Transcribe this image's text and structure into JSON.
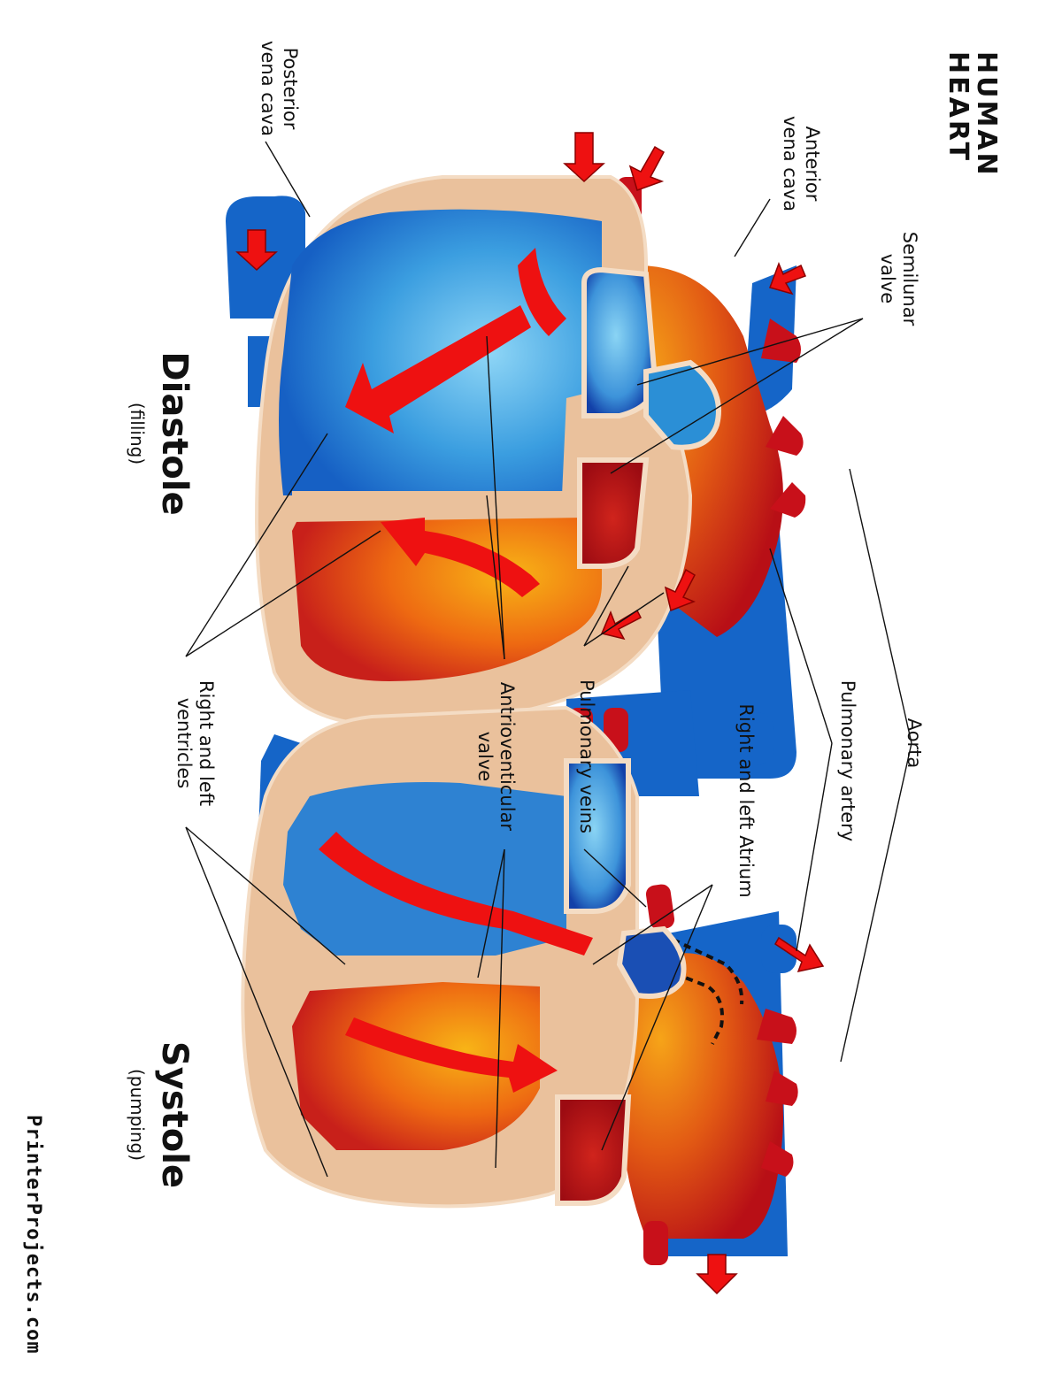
{
  "title": {
    "line1": "HUMAN",
    "line2": "HEART"
  },
  "labels": {
    "posterior_vena_cava": {
      "line1": "Posterior",
      "line2": "vena cava"
    },
    "anterior_vena_cava": {
      "line1": "Anterior",
      "line2": "vena cava"
    },
    "semilunar_valve": {
      "line1": "Semilunar",
      "line2": "valve"
    },
    "aorta": "Aorta",
    "pulmonary_artery": "Pulmonary artery",
    "atrium": "Right and left Atrium",
    "pulmonary_veins": "Pulmonary veins",
    "av_valve": {
      "line1": "Antrioventicular",
      "line2": "valve"
    },
    "ventricles": {
      "line1": "Right and left",
      "line2": "ventricles"
    }
  },
  "phases": {
    "diastole": {
      "name": "Diastole",
      "desc": "(filling)"
    },
    "systole": {
      "name": "Systole",
      "desc": "(pumping)"
    }
  },
  "credit": "PrinterProjects.com",
  "colors": {
    "deoxygenated_blue": "#1565c8",
    "light_blue": "#58b6ea",
    "oxygenated_red": "#c8101a",
    "orange": "#f28a10",
    "muscle_tan": "#eac19c",
    "flow_arrow": "#ee1111"
  }
}
